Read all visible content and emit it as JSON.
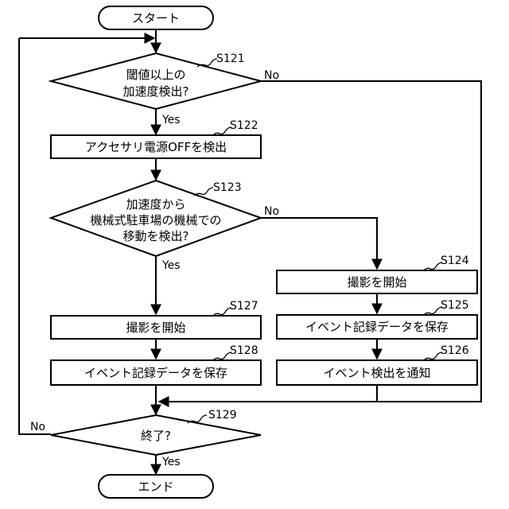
{
  "start_label": "スタート",
  "end_label": "エンド",
  "steps": {
    "s121": {
      "id": "S121",
      "lines": [
        "閾値以上の",
        "加速度検出?"
      ],
      "yes": "Yes",
      "no": "No"
    },
    "s122": {
      "id": "S122",
      "label": "アクセサリ電源OFFを検出"
    },
    "s123": {
      "id": "S123",
      "lines": [
        "加速度から",
        "機械式駐車場の機械での",
        "移動を検出?"
      ],
      "yes": "Yes",
      "no": "No"
    },
    "s124": {
      "id": "S124",
      "label": "撮影を開始"
    },
    "s125": {
      "id": "S125",
      "label": "イベント記録データを保存"
    },
    "s126": {
      "id": "S126",
      "label": "イベント検出を通知"
    },
    "s127": {
      "id": "S127",
      "label": "撮影を開始"
    },
    "s128": {
      "id": "S128",
      "label": "イベント記録データを保存"
    },
    "s129": {
      "id": "S129",
      "label": "終了?",
      "yes": "Yes",
      "no": "No"
    }
  }
}
